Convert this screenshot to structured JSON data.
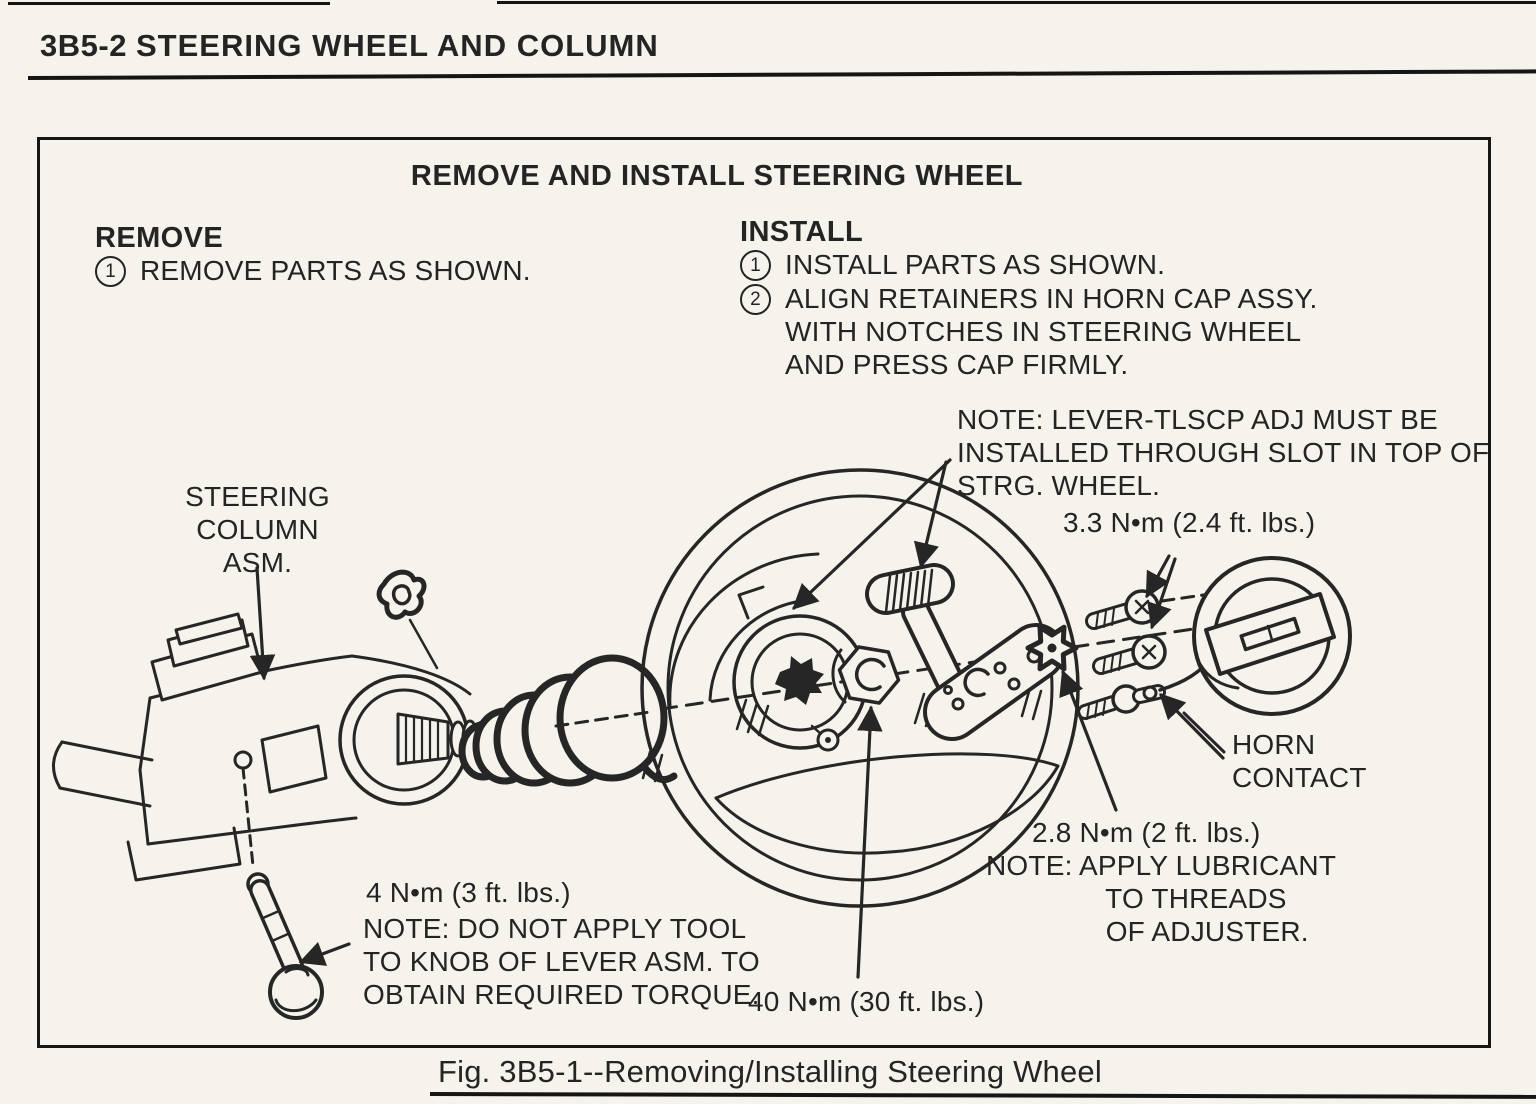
{
  "header": {
    "code": "3B5-2",
    "title": "STEERING WHEEL AND COLUMN"
  },
  "figure": {
    "title": "REMOVE AND INSTALL STEERING WHEEL",
    "remove": {
      "heading": "REMOVE",
      "step1_num": "1",
      "step1": "REMOVE PARTS AS SHOWN."
    },
    "install": {
      "heading": "INSTALL",
      "step1_num": "1",
      "step1": "INSTALL PARTS AS SHOWN.",
      "step2_num": "2",
      "step2": "ALIGN RETAINERS IN HORN CAP ASSY. WITH NOTCHES IN STEERING WHEEL AND PRESS CAP FIRMLY."
    },
    "labels": {
      "steering_column": "STEERING\nCOLUMN\nASM.",
      "note_lever": "NOTE: LEVER-TLSCP ADJ MUST BE\nINSTALLED THROUGH SLOT IN TOP OF\nSTRG. WHEEL.",
      "torque_screws": "3.3 N•m (2.4 ft. lbs.)",
      "horn_contact": "HORN\nCONTACT",
      "torque_adjuster": "2.8 N•m (2 ft. lbs.)",
      "note_lubricant": "NOTE: APPLY LUBRICANT\n               TO THREADS\n               OF ADJUSTER.",
      "torque_lever": "4 N•m (3 ft. lbs.)",
      "note_tool": "NOTE: DO NOT APPLY TOOL\nTO KNOB OF LEVER ASM. TO\nOBTAIN REQUIRED TORQUE.",
      "torque_nut": "40 N•m (30 ft. lbs.)"
    },
    "caption": "Fig. 3B5-1--Removing/Installing Steering Wheel"
  }
}
